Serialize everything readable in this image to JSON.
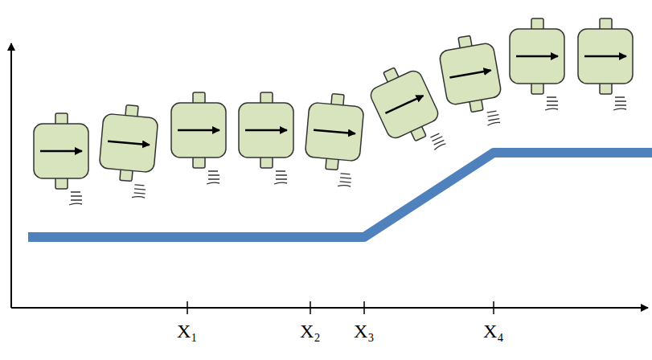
{
  "diagram": {
    "labels": [
      "X₁",
      "X₂",
      "X₃",
      "X₄"
    ]
  }
}
